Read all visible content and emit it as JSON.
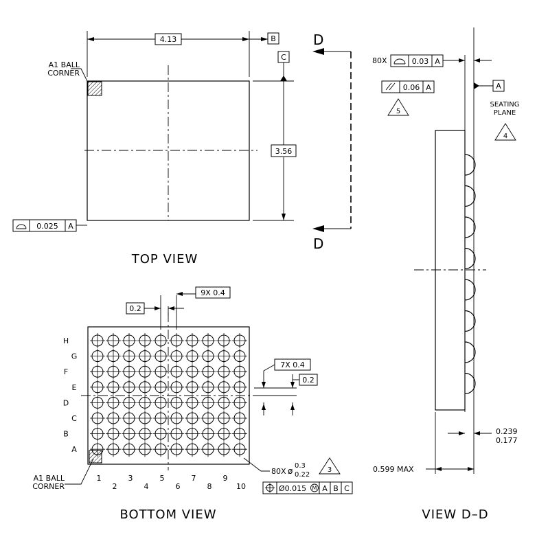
{
  "top_view": {
    "title": "TOP VIEW",
    "width_dim": "4.13",
    "height_dim": "3.56",
    "datum_b": "B",
    "datum_c": "C",
    "corner_label_1": "A1 BALL",
    "corner_label_2": "CORNER",
    "flatness_value": "0.025",
    "flatness_datum": "A",
    "section_letter_top": "D",
    "section_letter_bottom": "D"
  },
  "bottom_view": {
    "title": "BOTTOM VIEW",
    "rows": [
      "H",
      "G",
      "F",
      "E",
      "D",
      "C",
      "B",
      "A"
    ],
    "columns": [
      "1",
      "2",
      "3",
      "4",
      "5",
      "6",
      "7",
      "8",
      "9",
      "10"
    ],
    "col_pitch_dim": "9X  0.4",
    "col_offset_dim": "0.2",
    "row_pitch_dim": "7X  0.4",
    "row_offset_dim": "0.2",
    "corner_label_1": "A1 BALL",
    "corner_label_2": "CORNER",
    "ball_count": "80X",
    "ball_dia_prefix": "ø",
    "ball_dia_max": "0.3",
    "ball_dia_min": "0.22",
    "note_number": "3",
    "position_tolerance": "Ø0.015",
    "fcf_datum_a": "A",
    "fcf_datum_b": "B",
    "fcf_datum_c": "C"
  },
  "view_dd": {
    "title": "VIEW D–D",
    "profile_count": "80X",
    "profile_value": "0.03",
    "profile_datum": "A",
    "parallel_value": "0.06",
    "parallel_datum": "A",
    "note_5": "5",
    "seating_datum": "A",
    "seating_label_1": "SEATING",
    "seating_label_2": "PLANE",
    "note_4": "4",
    "standoff_max": "0.239",
    "standoff_min": "0.177",
    "height_max": "0.599 MAX"
  }
}
